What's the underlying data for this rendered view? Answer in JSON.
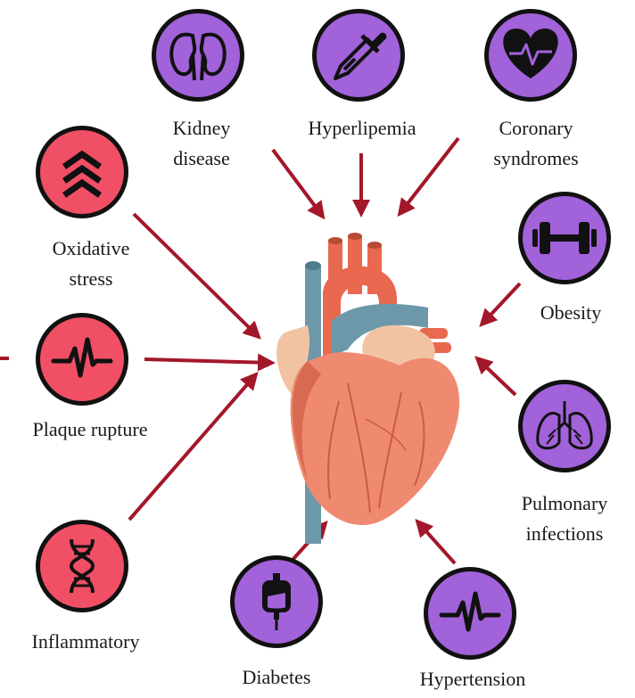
{
  "colors": {
    "purple": "#A262DA",
    "red": "#F04F65",
    "ring": "#1a1a1a",
    "arrow": "#A3172A"
  },
  "factors": {
    "kidney": {
      "line1": "Kidney",
      "line2": "disease",
      "icon": "kidney-icon",
      "color": "purple"
    },
    "hyperlipemia": {
      "line1": "Hyperlipemia",
      "icon": "dropper-icon",
      "color": "purple"
    },
    "coronary": {
      "line1": "Coronary",
      "line2": "syndromes",
      "icon": "heart-pulse-icon",
      "color": "purple"
    },
    "obesity": {
      "line1": "Obesity",
      "icon": "dumbbell-icon",
      "color": "purple"
    },
    "pulmonary": {
      "line1": "Pulmonary",
      "line2": "infections",
      "icon": "lungs-icon",
      "color": "purple"
    },
    "hypertension": {
      "line1": "Hypertension",
      "icon": "pulse-wave-icon",
      "color": "purple"
    },
    "diabetes": {
      "line1": "Diabetes",
      "icon": "iv-bag-icon",
      "color": "purple"
    },
    "oxidative": {
      "line1": "Oxidative",
      "line2": "stress",
      "icon": "chevrons-up-icon",
      "color": "red"
    },
    "plaque": {
      "line1": "Plaque rupture",
      "icon": "pulse-wave-icon",
      "color": "red"
    },
    "inflammatory": {
      "line1": "Inflammatory",
      "icon": "dna-icon",
      "color": "red"
    }
  },
  "center": {
    "icon": "anatomical-heart-icon"
  }
}
